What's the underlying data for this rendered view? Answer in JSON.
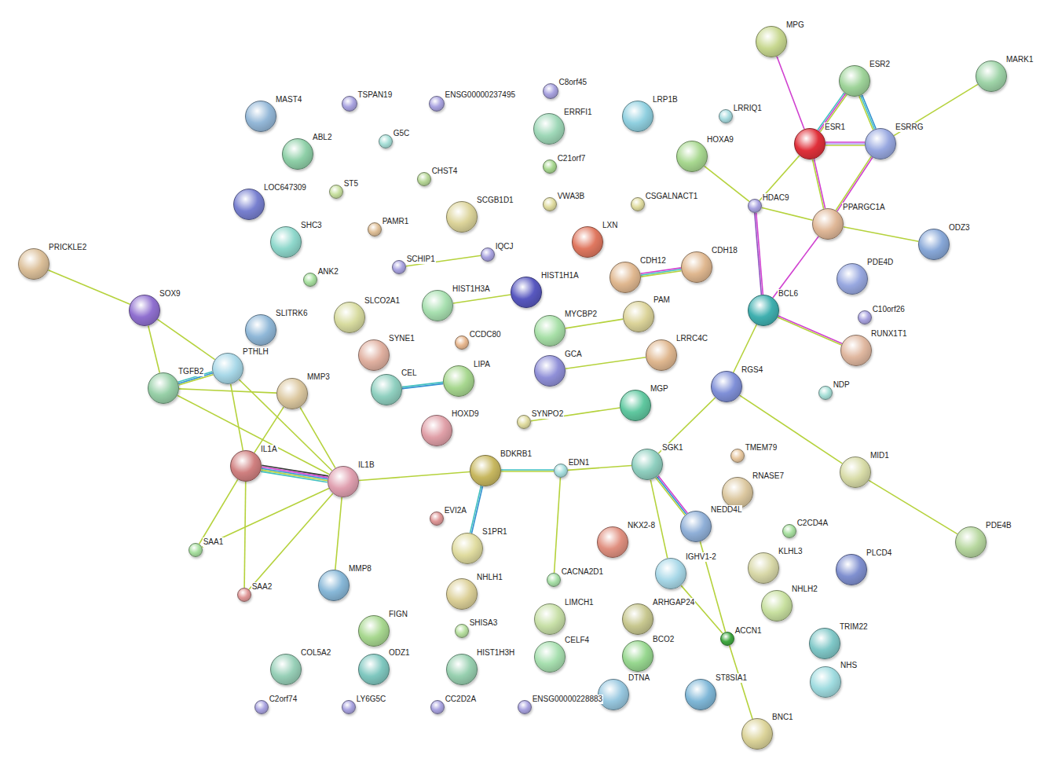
{
  "diagram": {
    "nodes": [
      {
        "text": [
          "MPG"
        ]
      },
      {
        "text": [
          "ESR2"
        ]
      },
      {
        "text": [
          "MARK1"
        ]
      },
      {
        "text": [
          "ESR1"
        ]
      },
      {
        "text": [
          "ESRRG"
        ]
      },
      {
        "text": [
          "MAST4"
        ]
      },
      {
        "text": [
          "TSPAN19"
        ]
      },
      {
        "text": [
          "ENSG00000237495"
        ]
      },
      {
        "text": [
          "C8orf45"
        ]
      },
      {
        "text": [
          "ERRFI1"
        ]
      },
      {
        "text": [
          "LRP1B"
        ]
      },
      {
        "text": [
          "LRRIQ1"
        ]
      },
      {
        "text": [
          "HOXA9"
        ]
      },
      {
        "text": [
          "ABL2"
        ]
      },
      {
        "text": [
          "G5C"
        ]
      },
      {
        "text": [
          "C21orf7"
        ]
      },
      {
        "text": [
          "CHST4"
        ]
      },
      {
        "text": [
          "ST5"
        ]
      },
      {
        "text": [
          "LOC647309"
        ]
      },
      {
        "text": [
          "VWA3B"
        ]
      },
      {
        "text": [
          "CSGALNACT1"
        ]
      },
      {
        "text": [
          "HDAC9"
        ]
      },
      {
        "text": [
          "PPARGC1A"
        ]
      },
      {
        "text": [
          "SCGB1D1"
        ]
      },
      {
        "text": [
          "PAMR1"
        ]
      },
      {
        "text": [
          "SHC3"
        ]
      },
      {
        "text": [
          "LXN"
        ]
      },
      {
        "text": [
          "ODZ3"
        ]
      },
      {
        "text": [
          "IQCJ"
        ]
      },
      {
        "text": [
          "SCHIP1"
        ]
      },
      {
        "text": [
          "PRICKLE2"
        ]
      },
      {
        "text": [
          "ANK2"
        ]
      },
      {
        "text": [
          "CDH12"
        ]
      },
      {
        "text": [
          "CDH18"
        ]
      },
      {
        "text": [
          "PDE4D"
        ]
      },
      {
        "text": [
          "HIST1H1A"
        ]
      },
      {
        "text": [
          "HIST1H3A"
        ]
      },
      {
        "text": [
          "BCL6"
        ]
      },
      {
        "text": [
          "SOX9"
        ]
      },
      {
        "text": [
          "C10orf26"
        ]
      },
      {
        "text": [
          "SLCO2A1"
        ]
      },
      {
        "text": [
          "MYCBP2"
        ]
      },
      {
        "text": [
          "PAM"
        ]
      },
      {
        "text": [
          "SLITRK6"
        ]
      },
      {
        "text": [
          "RUNX1T1"
        ]
      },
      {
        "text": [
          "CCDC80"
        ]
      },
      {
        "text": [
          "LRRC4C"
        ]
      },
      {
        "text": [
          "SYNE1"
        ]
      },
      {
        "text": [
          "PTHLH"
        ]
      },
      {
        "text": [
          "GCA"
        ]
      },
      {
        "text": [
          "RGS4"
        ]
      },
      {
        "text": [
          "NDP"
        ]
      },
      {
        "text": [
          "TGFB2"
        ]
      },
      {
        "text": [
          "MMP3"
        ]
      },
      {
        "text": [
          "CEL"
        ]
      },
      {
        "text": [
          "LIPA"
        ]
      },
      {
        "text": [
          "MGP"
        ]
      },
      {
        "text": [
          "SYNPO2"
        ]
      },
      {
        "text": [
          "HOXD9"
        ]
      },
      {
        "text": [
          "TMEM79"
        ]
      },
      {
        "text": [
          "IL1A"
        ]
      },
      {
        "text": [
          "IL1B"
        ]
      },
      {
        "text": [
          "BDKRB1"
        ]
      },
      {
        "text": [
          "EDN1"
        ]
      },
      {
        "text": [
          "SGK1"
        ]
      },
      {
        "text": [
          "MID1"
        ]
      },
      {
        "text": [
          "RNASE7"
        ]
      },
      {
        "text": [
          "EVI2A"
        ]
      },
      {
        "text": [
          "NEDD4L"
        ]
      },
      {
        "text": [
          "C2CD4A"
        ]
      },
      {
        "text": [
          "NKX2-8"
        ]
      },
      {
        "text": [
          "PDE4B"
        ]
      },
      {
        "text": [
          "SAA1"
        ]
      },
      {
        "text": [
          "S1PR1"
        ]
      },
      {
        "text": [
          "IGHV1-2"
        ]
      },
      {
        "text": [
          "KLHL3"
        ]
      },
      {
        "text": [
          "PLCD4"
        ]
      },
      {
        "text": [
          "CACNA2D1"
        ]
      },
      {
        "text": [
          "NHLH1"
        ]
      },
      {
        "text": [
          "MMP8"
        ]
      },
      {
        "text": [
          "SAA2"
        ]
      },
      {
        "text": [
          "NHLH2"
        ]
      },
      {
        "text": [
          "LIMCH1"
        ]
      },
      {
        "text": [
          "ARHGAP24"
        ]
      },
      {
        "text": [
          "ACCN1"
        ]
      },
      {
        "text": [
          "FIGN"
        ]
      },
      {
        "text": [
          "SHISA3"
        ]
      },
      {
        "text": [
          "TRIM22"
        ]
      },
      {
        "text": [
          "BCO2"
        ]
      },
      {
        "text": [
          "CELF4"
        ]
      },
      {
        "text": [
          "COL5A2"
        ]
      },
      {
        "text": [
          "ODZ1"
        ]
      },
      {
        "text": [
          "HIST1H3H"
        ]
      },
      {
        "text": [
          "NHS"
        ]
      },
      {
        "text": [
          "DTNA"
        ]
      },
      {
        "text": [
          "ST8SIA1"
        ]
      },
      {
        "text": [
          "C2orf74"
        ]
      },
      {
        "text": [
          "LY6G5C"
        ]
      },
      {
        "text": [
          "CC2D2A"
        ]
      },
      {
        "text": [
          "ENSG00000228883"
        ]
      },
      {
        "text": [
          "BNC1"
        ]
      }
    ],
    "edges": [
      {
        "from": 0,
        "to": 3,
        "arrow": "none"
      },
      {
        "from": 1,
        "to": 3,
        "arrow": "none"
      },
      {
        "from": 1,
        "to": 4,
        "arrow": "none"
      },
      {
        "from": 3,
        "to": 4,
        "arrow": "none"
      },
      {
        "from": 4,
        "to": 2,
        "arrow": "none"
      },
      {
        "from": 3,
        "to": 21,
        "arrow": "none"
      },
      {
        "from": 3,
        "to": 22,
        "arrow": "none"
      },
      {
        "from": 4,
        "to": 22,
        "arrow": "none"
      },
      {
        "from": 12,
        "to": 21,
        "arrow": "none"
      },
      {
        "from": 21,
        "to": 22,
        "arrow": "none"
      },
      {
        "from": 21,
        "to": 37,
        "arrow": "none"
      },
      {
        "from": 22,
        "to": 27,
        "arrow": "none"
      },
      {
        "from": 22,
        "to": 37,
        "arrow": "none"
      },
      {
        "from": 37,
        "to": 44,
        "arrow": "none"
      },
      {
        "from": 37,
        "to": 50,
        "arrow": "none"
      },
      {
        "from": 50,
        "to": 64,
        "arrow": "none"
      },
      {
        "from": 50,
        "to": 65,
        "arrow": "none"
      },
      {
        "from": 65,
        "to": 71,
        "arrow": "none"
      },
      {
        "from": 64,
        "to": 63,
        "arrow": "none"
      },
      {
        "from": 64,
        "to": 68,
        "arrow": "none"
      },
      {
        "from": 64,
        "to": 74,
        "arrow": "none"
      },
      {
        "from": 68,
        "to": 84,
        "arrow": "none"
      },
      {
        "from": 74,
        "to": 84,
        "arrow": "none"
      },
      {
        "from": 84,
        "to": 100,
        "arrow": "none"
      },
      {
        "from": 63,
        "to": 62,
        "arrow": "none"
      },
      {
        "from": 63,
        "to": 77,
        "arrow": "none"
      },
      {
        "from": 62,
        "to": 73,
        "arrow": "none"
      },
      {
        "from": 62,
        "to": 61,
        "arrow": "none"
      },
      {
        "from": 60,
        "to": 61,
        "arrow": "none"
      },
      {
        "from": 61,
        "to": 52,
        "arrow": "none"
      },
      {
        "from": 61,
        "to": 48,
        "arrow": "none"
      },
      {
        "from": 61,
        "to": 53,
        "arrow": "none"
      },
      {
        "from": 61,
        "to": 72,
        "arrow": "none"
      },
      {
        "from": 61,
        "to": 80,
        "arrow": "none"
      },
      {
        "from": 61,
        "to": 79,
        "arrow": "none"
      },
      {
        "from": 60,
        "to": 53,
        "arrow": "none"
      },
      {
        "from": 60,
        "to": 48,
        "arrow": "none"
      },
      {
        "from": 60,
        "to": 72,
        "arrow": "none"
      },
      {
        "from": 60,
        "to": 80,
        "arrow": "none"
      },
      {
        "from": 52,
        "to": 48,
        "arrow": "none"
      },
      {
        "from": 52,
        "to": 53,
        "arrow": "none"
      },
      {
        "from": 52,
        "to": 38,
        "arrow": "none"
      },
      {
        "from": 38,
        "to": 48,
        "arrow": "none"
      },
      {
        "from": 38,
        "to": 30,
        "arrow": "none"
      },
      {
        "from": 29,
        "to": 28,
        "arrow": "none"
      },
      {
        "from": 36,
        "to": 35,
        "arrow": "none"
      },
      {
        "from": 32,
        "to": 33,
        "arrow": "none"
      },
      {
        "from": 54,
        "to": 55,
        "arrow": "none"
      },
      {
        "from": 41,
        "to": 42,
        "arrow": "none"
      },
      {
        "from": 49,
        "to": 46,
        "arrow": "none"
      },
      {
        "from": 57,
        "to": 56,
        "arrow": "none"
      }
    ]
  }
}
